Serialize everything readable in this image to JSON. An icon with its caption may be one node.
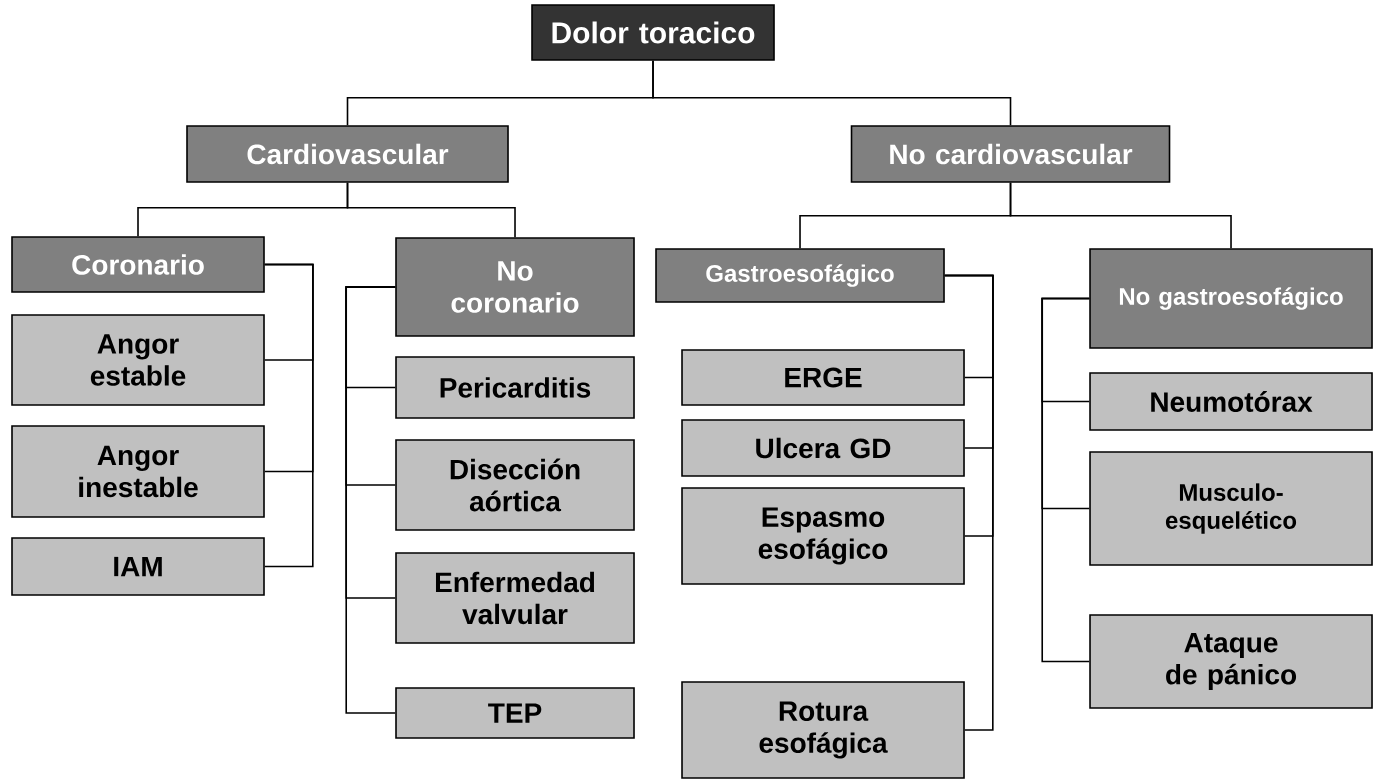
{
  "diagram": {
    "nodes": [
      {
        "text": [
          "Dolor toracico"
        ]
      },
      {
        "text": [
          "Cardiovascular"
        ]
      },
      {
        "text": [
          "No cardiovascular"
        ]
      },
      {
        "text": [
          "Coronario"
        ]
      },
      {
        "text": [
          "Angor estable"
        ]
      },
      {
        "text": [
          "Angor inestable"
        ]
      },
      {
        "text": [
          "IAM"
        ]
      },
      {
        "text": [
          "No coronario"
        ]
      },
      {
        "text": [
          "Pericarditis"
        ]
      },
      {
        "text": [
          "Disección aórtica"
        ]
      },
      {
        "text": [
          "Enfermedad valvular"
        ]
      },
      {
        "text": [
          "TEP"
        ]
      },
      {
        "text": [
          "Gastroesofágico"
        ]
      },
      {
        "text": [
          "ERGE"
        ]
      },
      {
        "text": [
          "Ulcera GD"
        ]
      },
      {
        "text": [
          "Espasmo esofágico"
        ]
      },
      {
        "text": [
          "Rotura esofágica"
        ]
      },
      {
        "text": [
          "No gastroesofágico"
        ]
      },
      {
        "text": [
          "Neumotórax"
        ]
      },
      {
        "text": [
          "Musculo-esquelético"
        ]
      },
      {
        "text": [
          "Ataque de pánico"
        ]
      }
    ],
    "edges": [
      {
        "from": 0,
        "to": 1,
        "arrow": "none"
      },
      {
        "from": 0,
        "to": 2,
        "arrow": "none"
      },
      {
        "from": 1,
        "to": 3,
        "arrow": "none"
      },
      {
        "from": 1,
        "to": 7,
        "arrow": "none"
      },
      {
        "from": 2,
        "to": 12,
        "arrow": "none"
      },
      {
        "from": 2,
        "to": 17,
        "arrow": "none"
      },
      {
        "from": 3,
        "to": 4,
        "arrow": "none"
      },
      {
        "from": 3,
        "to": 5,
        "arrow": "none"
      },
      {
        "from": 3,
        "to": 6,
        "arrow": "none"
      },
      {
        "from": 7,
        "to": 8,
        "arrow": "none"
      },
      {
        "from": 7,
        "to": 9,
        "arrow": "none"
      },
      {
        "from": 7,
        "to": 10,
        "arrow": "none"
      },
      {
        "from": 7,
        "to": 11,
        "arrow": "none"
      },
      {
        "from": 12,
        "to": 13,
        "arrow": "none"
      },
      {
        "from": 12,
        "to": 14,
        "arrow": "none"
      },
      {
        "from": 12,
        "to": 15,
        "arrow": "none"
      },
      {
        "from": 12,
        "to": 16,
        "arrow": "none"
      },
      {
        "from": 17,
        "to": 18,
        "arrow": "none"
      },
      {
        "from": 17,
        "to": 19,
        "arrow": "none"
      },
      {
        "from": 17,
        "to": 20,
        "arrow": "none"
      }
    ]
  }
}
